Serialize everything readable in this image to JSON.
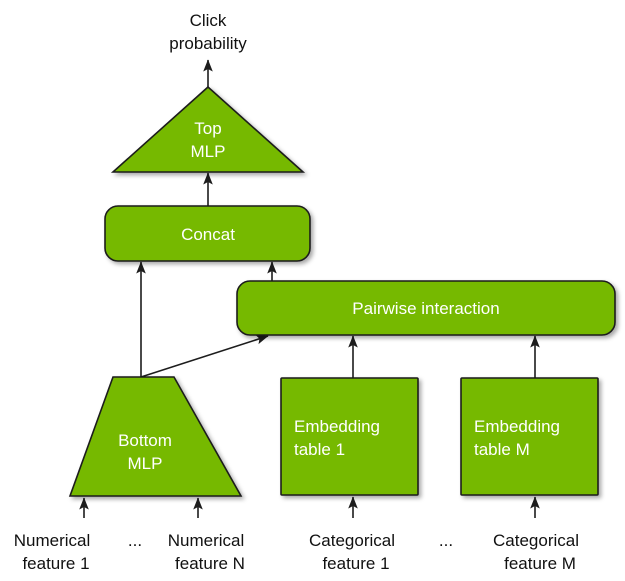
{
  "diagram": {
    "title_text": "Click probability",
    "palette": {
      "node_fill": "#76b900",
      "node_stroke": "#1d1d1d",
      "node_text": "#ffffff",
      "io_text": "#111111",
      "background": "#ffffff"
    },
    "output": {
      "line1": "Click",
      "line2": "probability"
    },
    "nodes": {
      "top_mlp": {
        "line1": "Top",
        "line2": "MLP"
      },
      "concat": {
        "label": "Concat"
      },
      "pairwise": {
        "label": "Pairwise interaction"
      },
      "bottom_mlp": {
        "line1": "Bottom",
        "line2": "MLP"
      },
      "embedding_table_1": {
        "line1": "Embedding",
        "line2": "table 1"
      },
      "embedding_table_m": {
        "line1": "Embedding",
        "line2": "table M"
      }
    },
    "inputs": [
      {
        "line1": "Numerical",
        "line2": "feature 1"
      },
      {
        "line1": "Numerical",
        "line2": "feature N"
      },
      {
        "line1": "Categorical",
        "line2": "feature 1"
      },
      {
        "line1": "Categorical",
        "line2": "feature  M"
      }
    ],
    "ellipsis": {
      "numerical": "...",
      "categorical": "..."
    }
  }
}
